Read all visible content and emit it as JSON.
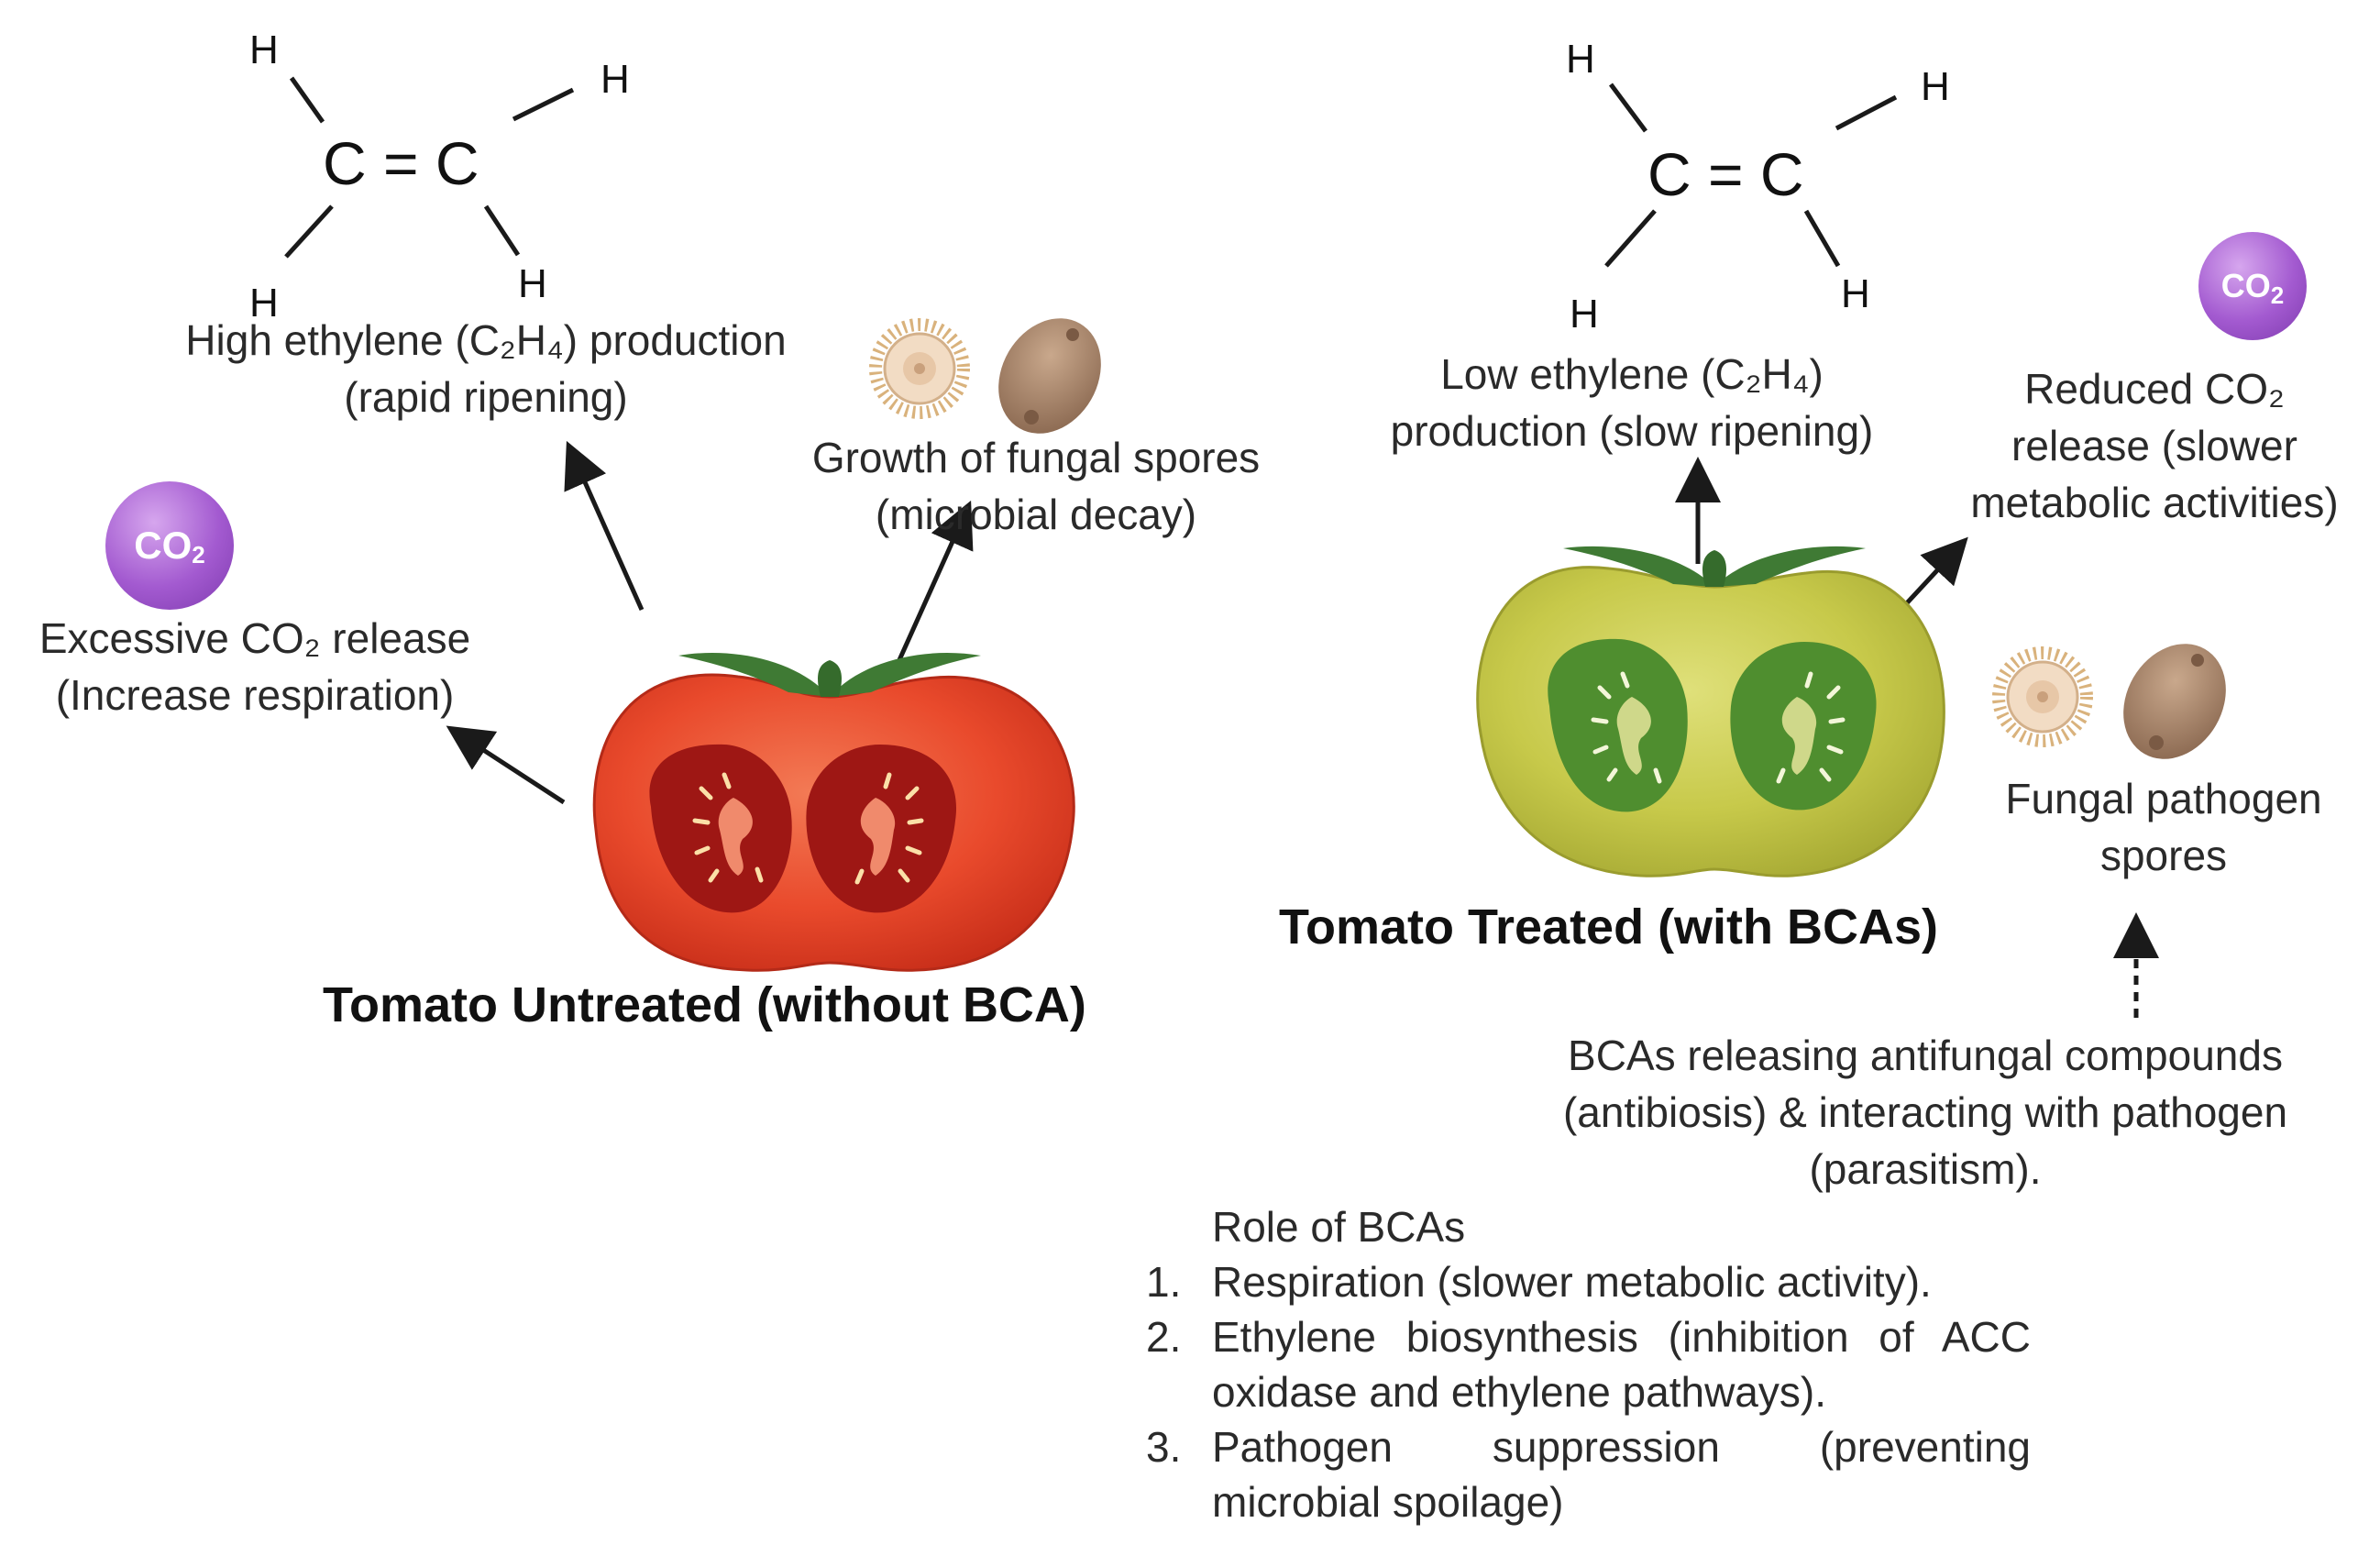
{
  "left": {
    "molecule": {
      "h_top_left": "H",
      "h_top_right": "H",
      "h_bottom_left": "H",
      "h_bottom_right": "H",
      "core": "C = C"
    },
    "ethylene_label": [
      "High ethylene (C₂H₄) production",
      "(rapid ripening)"
    ],
    "co2_badge": {
      "text": "CO",
      "sub": "2"
    },
    "co2_label": [
      "Excessive CO₂ release",
      "(Increase respiration)"
    ],
    "fungal_label": [
      "Growth of fungal spores",
      "(microbial decay)"
    ],
    "title": "Tomato Untreated (without BCA)"
  },
  "right": {
    "molecule": {
      "h_top_left": "H",
      "h_top_right": "H",
      "h_bottom_left": "H",
      "h_bottom_right": "H",
      "core": "C = C"
    },
    "ethylene_label": [
      "Low ethylene (C₂H₄)",
      "production (slow ripening)"
    ],
    "co2_badge": {
      "text": "CO",
      "sub": "2"
    },
    "co2_label": [
      "Reduced CO₂",
      "release (slower",
      "metabolic activities)"
    ],
    "pathogen_label": [
      "Fungal pathogen",
      "spores"
    ],
    "bca_label": [
      "BCAs releasing antifungal compounds",
      "(antibiosis) &  interacting with pathogen",
      "(parasitism)."
    ],
    "title": "Tomato Treated (with BCAs)"
  },
  "roles": {
    "heading": "Role of BCAs",
    "items": [
      {
        "num": "1.",
        "text": "Respiration (slower metabolic activity)."
      },
      {
        "num": "2.",
        "text": "Ethylene biosynthesis (inhibition of ACC oxidase and ethylene pathways)."
      },
      {
        "num": "3.",
        "text": "Pathogen suppression (preventing microbial spoilage)"
      }
    ]
  },
  "colors": {
    "red_tomato": "#e94a2c",
    "red_inner": "#9e1714",
    "green_tomato": "#c7c94a",
    "green_inner": "#4f8e2f",
    "stem": "#3f7a34",
    "co2_badge": "#a35ad0",
    "spore": "#a7866a",
    "arrow": "#1a1a1a"
  }
}
